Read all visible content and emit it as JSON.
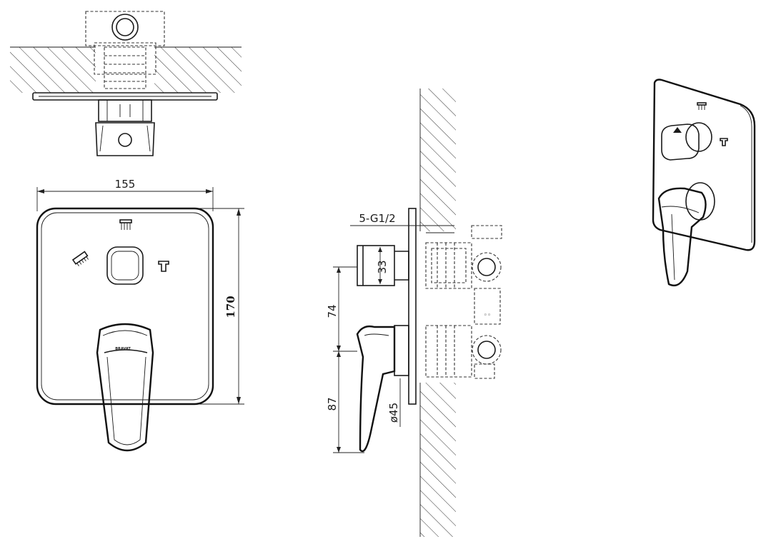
{
  "dimensions": {
    "width": "155",
    "height": "170",
    "thread": "5-G1/2",
    "inlet_height": "33",
    "upper_offset": "74",
    "lower_offset": "87",
    "handle_diameter": "ø45"
  },
  "icons": {
    "shower_head": "shower-head-icon",
    "hand_shower": "hand-shower-icon",
    "bath_spout": "bath-spout-icon"
  },
  "brand_mark": "BRAVAT",
  "colors": {
    "line": "#1a1a1a",
    "background": "#ffffff"
  }
}
